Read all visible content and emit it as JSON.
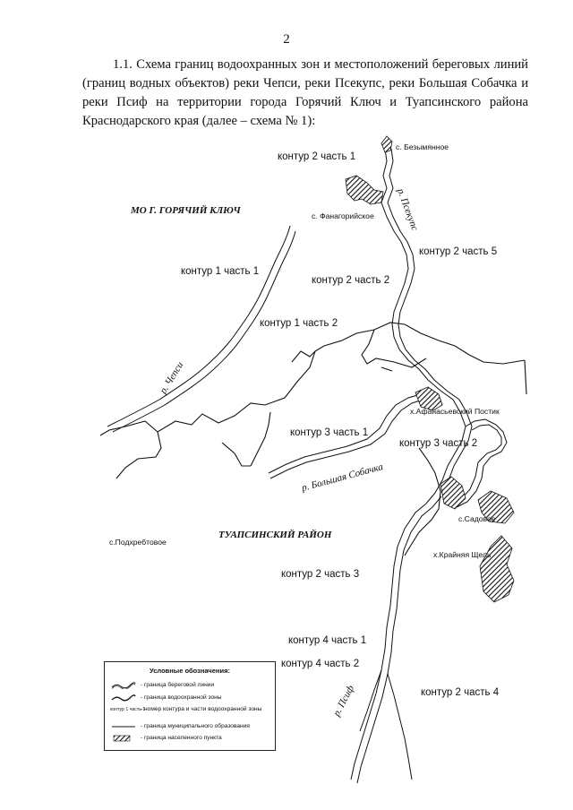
{
  "page_number": "2",
  "paragraph": "1.1. Схема границ водоохранных зон и местоположений береговых линий (границ водных объектов) реки Чепси, реки Псекупс, реки Большая Собачка и реки Псиф на территории города Горячий Ключ и Туапсинского района Краснодарского края (далее – схема № 1):",
  "map": {
    "regions": {
      "goryachy_klyuch": "МО Г. ГОРЯЧИЙ КЛЮЧ",
      "tuapse": "ТУАПСИНСКИЙ РАЙОН"
    },
    "rivers": {
      "psekups": "р. Псекупс",
      "chepsi": "р. Чепси",
      "sobachka": "р. Большая Собачка",
      "psif": "р. Псиф"
    },
    "settlements": {
      "bezymyannoe": "с. Безымянное",
      "fanagoriyskoe": "с. Фанагорийское",
      "afanasyevsky": "х.Афанасьевский Постик",
      "sadovoe": "с.Садовое",
      "krainyaya": "х.Крайняя Щель",
      "podkhrebtovoe": "с.Подхребтовое"
    },
    "contours": {
      "c2p1": "контур 2 часть 1",
      "c2p5": "контур 2 часть 5",
      "c1p1": "контур 1 часть 1",
      "c2p2": "контур 2 часть 2",
      "c1p2": "контур 1 часть 2",
      "c3p1": "контур 3 часть 1",
      "c3p2": "контур 3 часть 2",
      "c2p3": "контур 2 часть 3",
      "c4p1": "контур 4 часть 1",
      "c4p2": "контур 4 часть 2",
      "c2p4": "контур 2 часть 4"
    }
  },
  "legend": {
    "title": "Условные обозначения:",
    "shore": "- граница береговой линии",
    "water": "- граница водоохранной зоны",
    "contour_sample": "контур 1 часть 1",
    "contour_desc": "- номер контура и части водоохранной зоны",
    "municipal": "- граница муниципального образования",
    "settlement": "- граница населенного пункта"
  }
}
